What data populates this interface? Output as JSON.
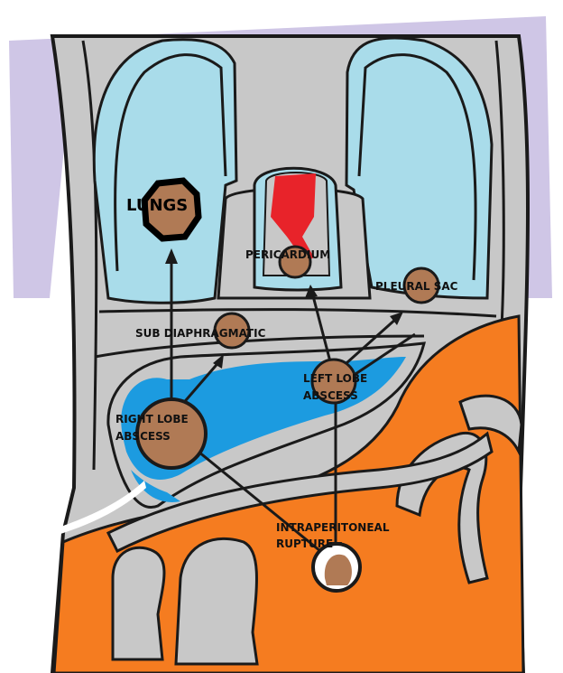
{
  "labels": {
    "lungs": "LUNGS",
    "pericardium": "PERICARDIUM",
    "pleural_sac": "PLEURAL SAC",
    "sub_diaphragmatic": "SUB DIAPHRAGMATIC",
    "left_lobe_line1": "LEFT LOBE",
    "left_lobe_line2": "ABSCESS",
    "right_lobe_line1": "RIGHT LOBE",
    "right_lobe_line2": "ABSCESS",
    "intraperitoneal_line1": "INTRAPERITONEAL",
    "intraperitoneal_line2": "RUPTURE"
  },
  "colors": {
    "background_lavender": "#cfc6e6",
    "body_gray": "#c8c8c8",
    "lung_blue": "#a9dcea",
    "liver_blue": "#1c9be0",
    "intestine_orange": "#f57c20",
    "heart_red": "#e8232a",
    "abscess_brown": "#b07a55",
    "outline": "#1a1a1a"
  }
}
